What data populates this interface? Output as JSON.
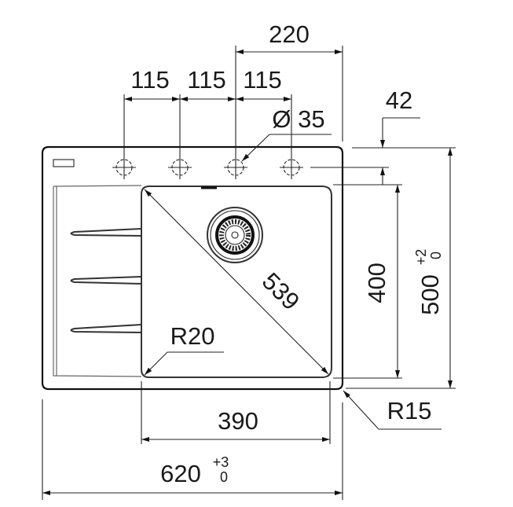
{
  "drawing": {
    "subject": "sink",
    "colors": {
      "line": "#111111",
      "background": "#ffffff"
    },
    "dimensions": {
      "tap_hole_spacing": [
        "115",
        "115",
        "115"
      ],
      "tap_hole_offset": "220",
      "tap_hole_diameter": "Ø 35",
      "tap_hole_edge_distance": "42",
      "bowl_diagonal": "539",
      "bowl_depth": "400",
      "overall_depth": {
        "value": "500",
        "tol_upper": "+2",
        "tol_lower": "0"
      },
      "bowl_corner_radius": "R20",
      "outer_corner_radius": "R15",
      "bowl_width": "390",
      "overall_width": {
        "value": "620",
        "tol_upper": "+3",
        "tol_lower": "0"
      }
    }
  }
}
